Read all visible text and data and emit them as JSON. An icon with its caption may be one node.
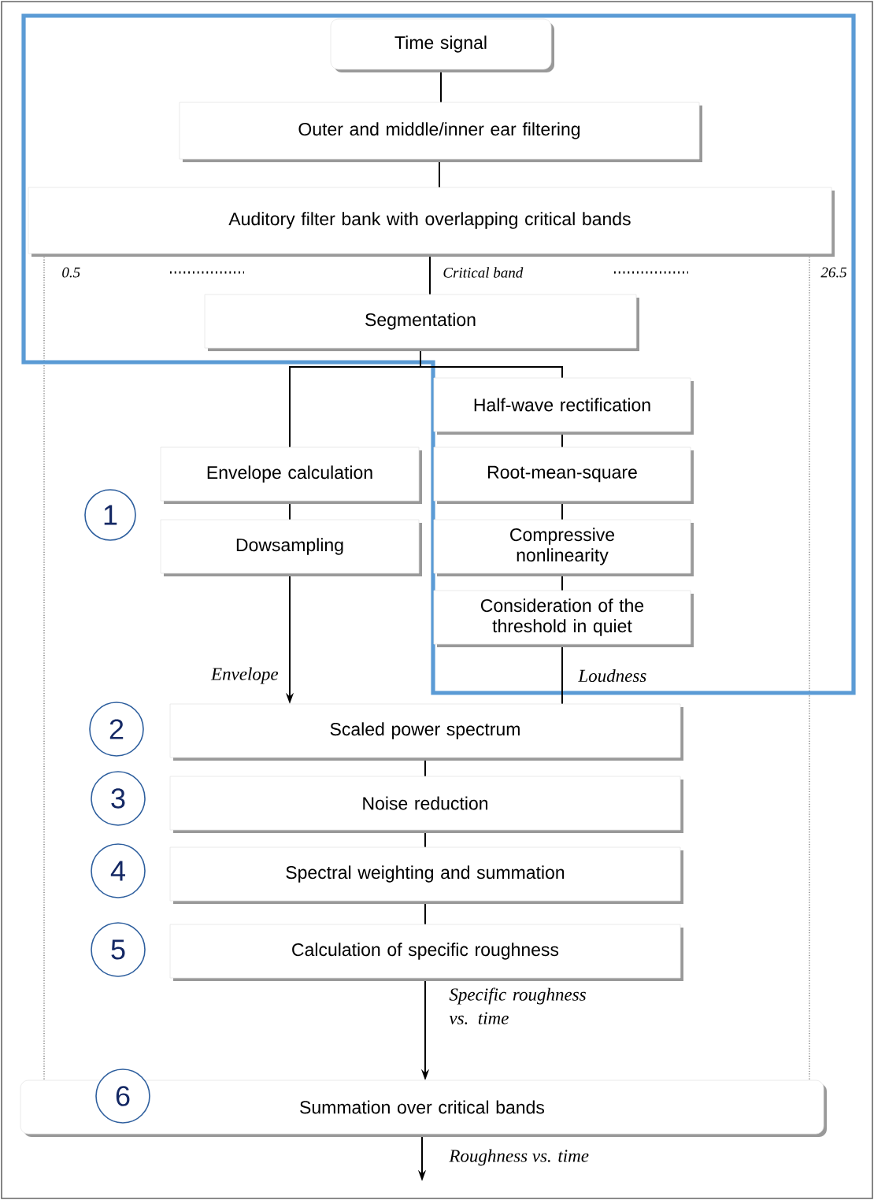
{
  "diagram": {
    "nodes": [
      {
        "text": [
          "Time signal"
        ]
      },
      {
        "text": [
          "Outer and middle/inner ear filtering"
        ]
      },
      {
        "text": [
          "Auditory filter bank with overlapping critical bands"
        ]
      },
      {
        "text": [
          "Segmentation"
        ]
      },
      {
        "text": [
          "Half-wave rectification"
        ]
      },
      {
        "text": [
          "Envelope calculation"
        ]
      },
      {
        "text": [
          "Root-mean-square"
        ]
      },
      {
        "text": [
          "1"
        ]
      },
      {
        "text": [
          "Dowsampling"
        ]
      },
      {
        "text": [
          "Compressive nonlinearity"
        ]
      },
      {
        "text": [
          "Consideration of the threshold in quiet"
        ]
      },
      {
        "text": [
          "2"
        ]
      },
      {
        "text": [
          "Scaled power spectrum"
        ]
      },
      {
        "text": [
          "3"
        ]
      },
      {
        "text": [
          "Noise reduction"
        ]
      },
      {
        "text": [
          "4"
        ]
      },
      {
        "text": [
          "Spectral weighting and summation"
        ]
      },
      {
        "text": [
          "5"
        ]
      },
      {
        "text": [
          "Calculation of specific roughness"
        ]
      },
      {
        "text": [
          "6"
        ]
      },
      {
        "text": [
          "Summation over critical bands"
        ]
      }
    ],
    "edges": [
      {
        "from": 0,
        "to": 1,
        "arrow": "none"
      },
      {
        "from": 1,
        "to": 2,
        "arrow": "none"
      },
      {
        "from": 2,
        "to": 3,
        "arrow": "none"
      },
      {
        "from": 3,
        "to": 5,
        "arrow": "none"
      },
      {
        "from": 3,
        "to": 4,
        "arrow": "none"
      },
      {
        "from": 5,
        "to": 8,
        "arrow": "none"
      },
      {
        "from": 8,
        "to": 12,
        "arrow": "to",
        "label": "Envelope"
      },
      {
        "from": 4,
        "to": 6,
        "arrow": "none"
      },
      {
        "from": 6,
        "to": 9,
        "arrow": "none"
      },
      {
        "from": 9,
        "to": 10,
        "arrow": "none"
      },
      {
        "from": 10,
        "to": 12,
        "arrow": "none",
        "label": "Loudness"
      },
      {
        "from": 12,
        "to": 14,
        "arrow": "none"
      },
      {
        "from": 14,
        "to": 16,
        "arrow": "none"
      },
      {
        "from": 16,
        "to": 18,
        "arrow": "none"
      },
      {
        "from": 18,
        "to": 20,
        "arrow": "to",
        "label": "Specific roughness vs. time"
      },
      {
        "from": 20,
        "to": null,
        "arrow": "to",
        "label": "Roughness vs. time"
      }
    ],
    "labels": [
      "0.5",
      "Critical band",
      "26.5"
    ]
  }
}
